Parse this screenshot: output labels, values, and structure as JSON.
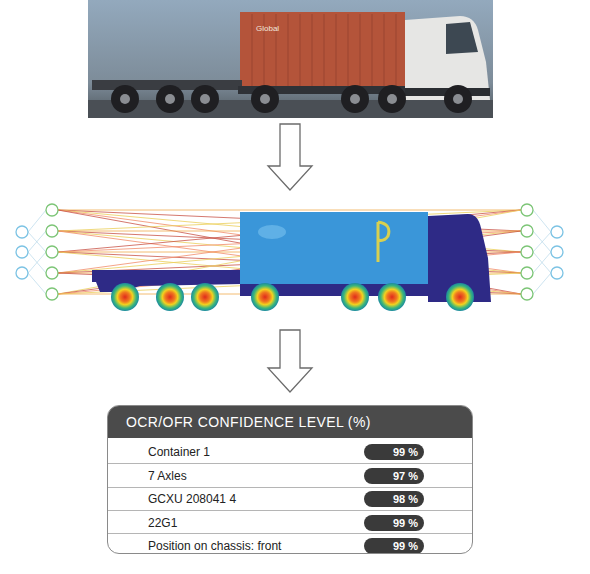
{
  "diagram": {
    "nodes": [
      {
        "text": [
          "OCR/OFR CONFIDENCE LEVEL (%)"
        ]
      },
      {
        "text": [
          "Container 1",
          "99 %"
        ],
        "in": 0
      },
      {
        "text": [
          "7 Axles",
          "97 %"
        ],
        "in": 0
      },
      {
        "text": [
          "GCXU 208041 4",
          "98 %"
        ],
        "in": 0
      },
      {
        "text": [
          "22G1",
          "99 %"
        ],
        "in": 0
      },
      {
        "text": [
          "Position on chassis: front",
          "99 %"
        ],
        "in": 0
      }
    ],
    "labels": [
      "Global"
    ]
  }
}
